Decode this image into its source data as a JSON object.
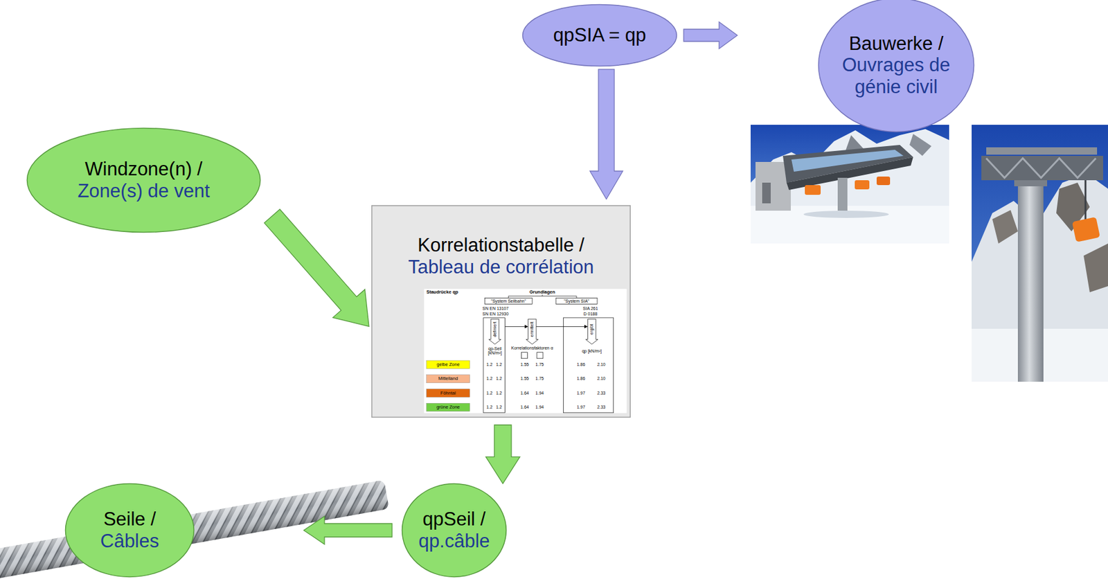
{
  "diagram": {
    "nodes": [
      {
        "text": [
          "qpSIA = qp"
        ]
      },
      {
        "text": [
          "Bauwerke /",
          "Ouvrages de génie civil"
        ]
      },
      {
        "text": [
          "Windzone(n) /",
          "Zone(s) de vent"
        ]
      },
      {
        "text": [
          "Korrelationstabelle /",
          "Tableau de corrélation"
        ]
      },
      {
        "text": [
          "qpSeil /",
          "qp.câble"
        ]
      },
      {
        "text": [
          "Seile /",
          "Câbles"
        ]
      }
    ],
    "edges": [
      {
        "from": 0,
        "to": 1,
        "arrow": "to"
      },
      {
        "from": 0,
        "to": 3,
        "arrow": "to"
      },
      {
        "from": 2,
        "to": 3,
        "arrow": "to"
      },
      {
        "from": 3,
        "to": 4,
        "arrow": "to"
      },
      {
        "from": 4,
        "to": 5,
        "arrow": "to"
      }
    ],
    "labels": [
      "Staudrücke qp",
      "Grundlagen",
      "\"System Seilbahn\"",
      "\"System SIA\"",
      "SN EN 13107",
      "SN EN 12930",
      "SIA 261",
      "D 0188",
      "definiert",
      "ermittelt",
      "ergibt",
      "qp-Seil [kN/m²]",
      "Korrelationsfaktoren α",
      "qp [kN/m²]",
      "gelbe Zone",
      "1.2",
      "1.2",
      "1.55",
      "1.75",
      "1.86",
      "2.10",
      "Mittelland",
      "1.2",
      "1.2",
      "1.55",
      "1.75",
      "1.86",
      "2.10",
      "Föhntal",
      "1.2",
      "1.2",
      "1.64",
      "1.94",
      "1.97",
      "2.33",
      "grüne Zone",
      "1.2",
      "1.2",
      "1.64",
      "1.94",
      "1.97",
      "2.33"
    ]
  }
}
